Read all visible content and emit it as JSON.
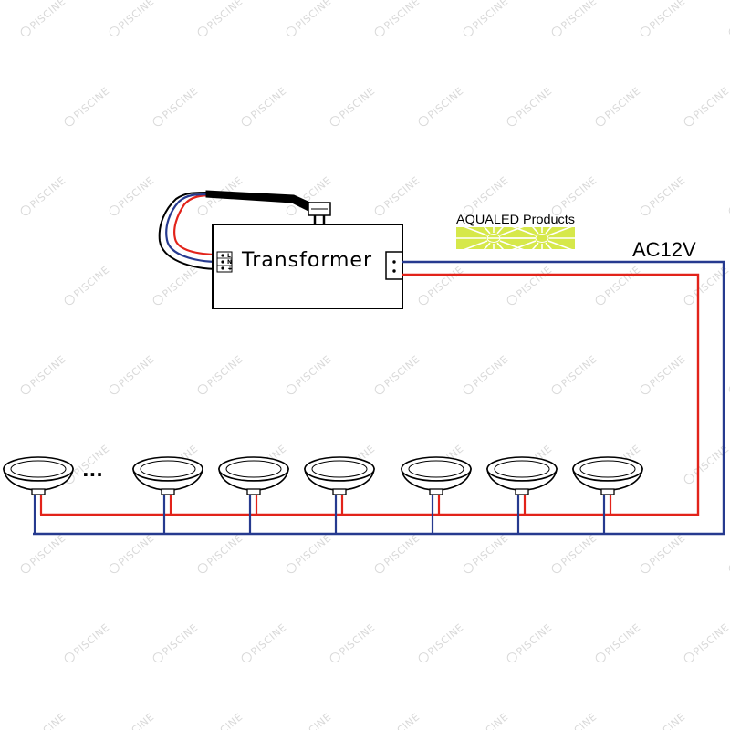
{
  "transformer": {
    "label": "Transformer"
  },
  "output": {
    "voltage_label": "AC12V"
  },
  "brand": {
    "name": "AQUALED Products"
  },
  "input_terminals": [
    "L",
    "N",
    "⏚"
  ],
  "continuation_marker": "...",
  "lights": {
    "count": 7
  },
  "watermark": {
    "text": "PISCINE"
  },
  "colors": {
    "live_wire": "#e2231a",
    "neutral_wire": "#263a8f",
    "brand_rays": "#d6e84a",
    "watermark": "#d9d9d9",
    "outline": "#000000"
  }
}
